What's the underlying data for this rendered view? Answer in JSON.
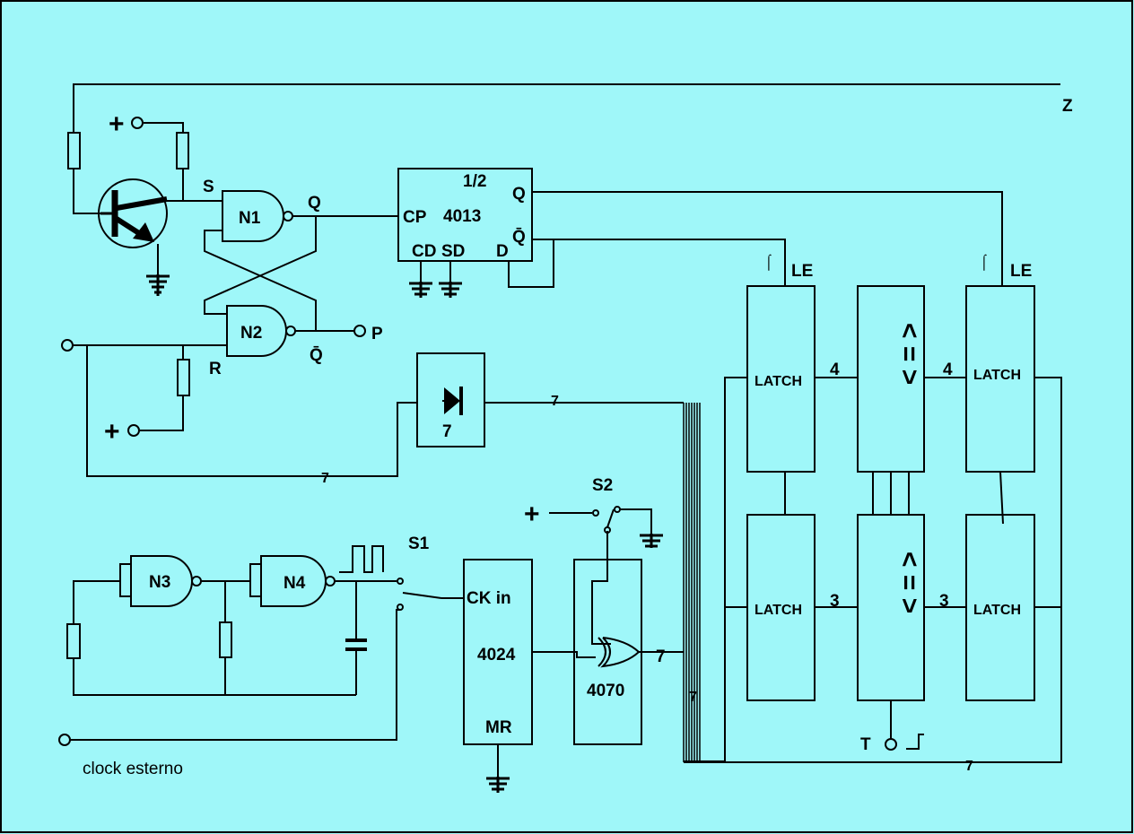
{
  "labels": {
    "z": "Z",
    "s": "S",
    "r": "R",
    "q": "Q",
    "qbar": "Q̄",
    "p": "P",
    "n1": "N1",
    "n2": "N2",
    "n3": "N3",
    "n4": "N4",
    "ff_half": "1/2",
    "ff_4013": "4013",
    "ff_cp": "CP",
    "ff_cd": "CD",
    "ff_sd": "SD",
    "ff_d": "D",
    "ff_q": "Q",
    "ff_qbar": "Q̄",
    "le_left": "LE",
    "le_right": "LE",
    "latch": "LATCH",
    "diode_count": "7",
    "bus7": "7",
    "bus4": "4",
    "bus3": "3",
    "s1": "S1",
    "s2": "S2",
    "ck_in": "CK in",
    "c4024": "4024",
    "mr": "MR",
    "c4070": "4070",
    "t": "T",
    "clock_esterno": "clock esterno",
    "plus": "+",
    "comparator_symbol": "< = >",
    "edge_mark": "⌠"
  }
}
